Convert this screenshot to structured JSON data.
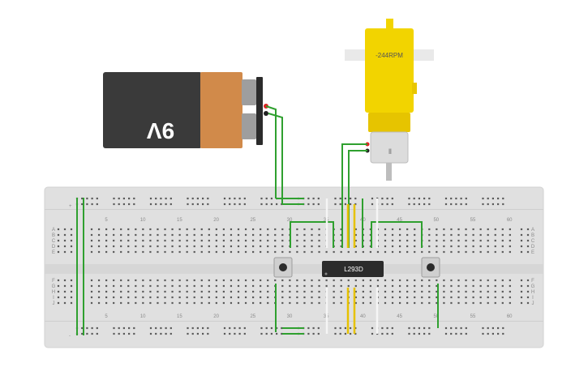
{
  "battery": {
    "label": "9V"
  },
  "motor": {
    "rpm_label": "-244RPM"
  },
  "chip": {
    "label": "L293D"
  },
  "breadboard": {
    "column_numbers": [
      "5",
      "10",
      "15",
      "20",
      "25",
      "30",
      "35",
      "40",
      "45",
      "50",
      "55",
      "60"
    ],
    "row_letters_top": [
      "A",
      "B",
      "C",
      "D",
      "E"
    ],
    "row_letters_bottom": [
      "F",
      "G",
      "H",
      "I",
      "J"
    ],
    "rail_marks": [
      "+",
      "-"
    ]
  },
  "colors": {
    "wire_green": "#2fa02f",
    "wire_yellow": "#e6c200",
    "wire_white": "#f2f2f2",
    "board": "#e0e0e0",
    "motor_yellow": "#f2d400",
    "battery_body": "#3a3a3a",
    "battery_band": "#d18a4a"
  }
}
